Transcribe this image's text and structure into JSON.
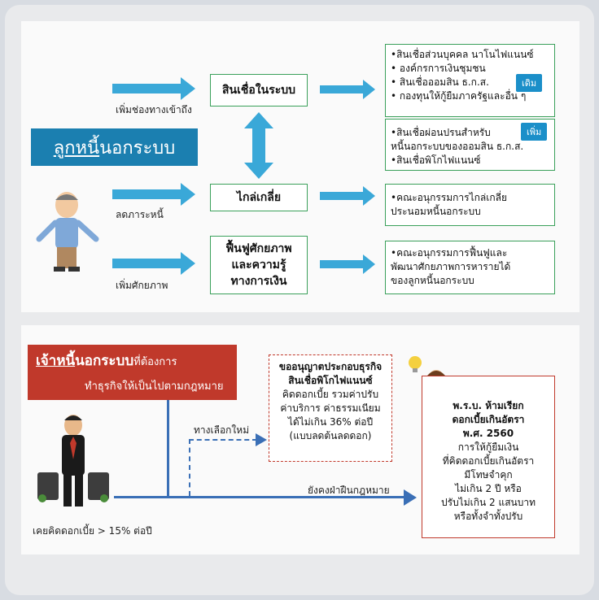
{
  "top": {
    "title": "ลูกหนี้นอกระบบ",
    "title_underlined": "ลูกหนี้",
    "title_rest": "นอกระบบ",
    "arrow_labels": [
      "เพิ่มช่องทางเข้าถึง",
      "ลดภาระหนี้",
      "เพิ่มศักยภาพ"
    ],
    "boxes": [
      "สินเชื่อในระบบ",
      "ไกล่เกลี่ย",
      "ฟื้นฟูศักยภาพ\nและความรู้\nทางการเงิน"
    ],
    "old_list": [
      "•สินเชื่อส่วนบุคคล นาโนไฟแนนซ์",
      "• องค์กรการเงินชุมชน",
      "• สินเชื่อออมสิน ธ.ก.ส.",
      "• กองทุนให้กู้ยืมภาครัฐและอื่น ๆ"
    ],
    "old_badge": "เดิม",
    "new_list": [
      "•สินเชื่อผ่อนปรนสำหรับ",
      "  หนี้นอกระบบของออมสิน ธ.ก.ส.",
      "•สินเชื่อพิโกไฟแนนซ์"
    ],
    "new_badge": "เพิ่ม",
    "mediation_text": [
      "•คณะอนุกรรมการไกล่เกลี่ย",
      " ประนอมหนี้นอกระบบ"
    ],
    "rehab_text": [
      "•คณะอนุกรรมการฟื้นฟูและ",
      " พัฒนาศักยภาพการหารายได้",
      " ของลูกหนี้นอกระบบ"
    ]
  },
  "bottom": {
    "title_underlined": "เจ้าหนี้",
    "title_bold": "นอกระบบ",
    "title_rest": "ที่ต้องการ",
    "subtitle": "ทำธุรกิจให้เป็นไปตามกฎหมาย",
    "new_option_label": "ทางเลือกใหม่",
    "still_illegal_label": "ยังคงฝ่าฝืนกฎหมาย",
    "history_label": "เคยคิดดอกเบี้ย > 15% ต่อปี",
    "pico_title": [
      "ขออนุญาตประกอบธุรกิจ",
      "สินเชื่อพิโกไฟแนนซ์"
    ],
    "pico_body": [
      "คิดดอกเบี้ย รวมค่าปรับ",
      "ค่าบริการ ค่าธรรมเนียม",
      "ได้ไม่เกิน 36% ต่อปี",
      "(แบบลดต้นลดดอก)"
    ],
    "law_title": [
      "พ.ร.บ. ห้ามเรียก",
      "ดอกเบี้ยเกินอัตรา",
      "พ.ศ. 2560"
    ],
    "law_body": [
      "การให้กู้ยืมเงิน",
      "ที่คิดดอกเบี้ยเกินอัตรา",
      "มีโทษจำคุก",
      "ไม่เกิน 2 ปี หรือ",
      "ปรับไม่เกิน 2 แสนบาท",
      "หรือทั้งจำทั้งปรับ"
    ]
  },
  "colors": {
    "accent_blue": "#3aa8d8",
    "title_bg": "#1b7fb0",
    "red_banner": "#c0392b",
    "green_border": "#3aa05a",
    "red_border": "#c0392b"
  }
}
